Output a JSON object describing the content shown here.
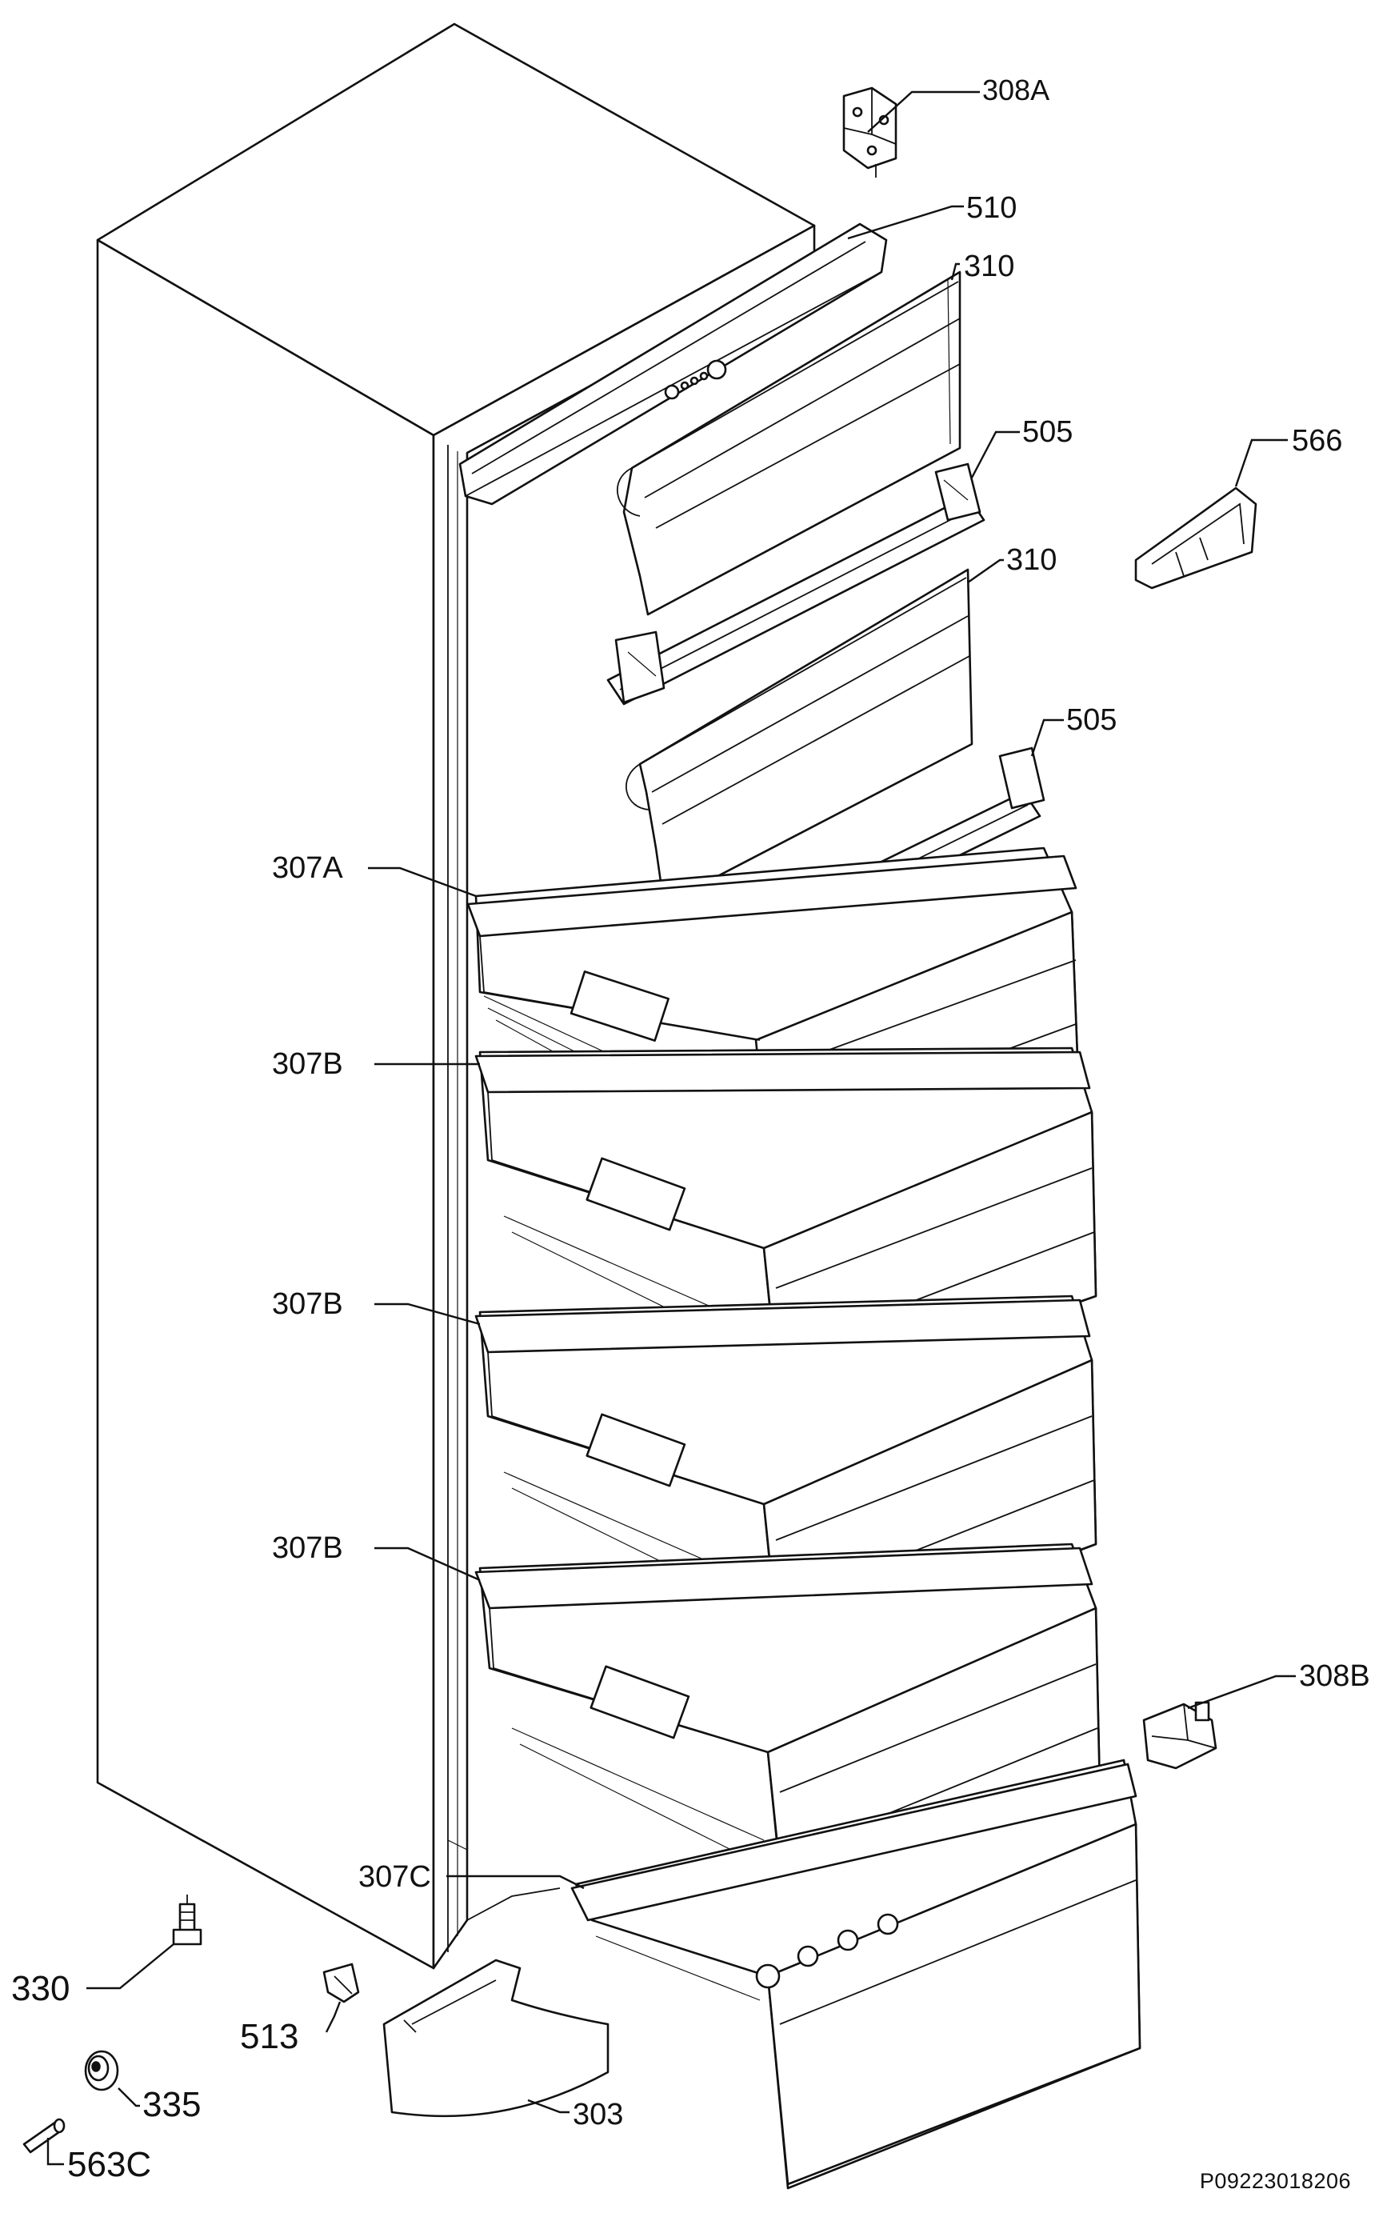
{
  "diagram": {
    "reference": "P09223018206",
    "callouts": [
      {
        "id": "308A",
        "text": "308A"
      },
      {
        "id": "510",
        "text": "510"
      },
      {
        "id": "310-top",
        "text": "310"
      },
      {
        "id": "505-top",
        "text": "505"
      },
      {
        "id": "566",
        "text": "566"
      },
      {
        "id": "310-mid",
        "text": "310"
      },
      {
        "id": "505-mid",
        "text": "505"
      },
      {
        "id": "307A",
        "text": "307A"
      },
      {
        "id": "307B-1",
        "text": "307B"
      },
      {
        "id": "307B-2",
        "text": "307B"
      },
      {
        "id": "307B-3",
        "text": "307B"
      },
      {
        "id": "308B",
        "text": "308B"
      },
      {
        "id": "307C",
        "text": "307C"
      },
      {
        "id": "330",
        "text": "330"
      },
      {
        "id": "513",
        "text": "513"
      },
      {
        "id": "335",
        "text": "335"
      },
      {
        "id": "303",
        "text": "303"
      },
      {
        "id": "563C",
        "text": "563C"
      }
    ]
  }
}
